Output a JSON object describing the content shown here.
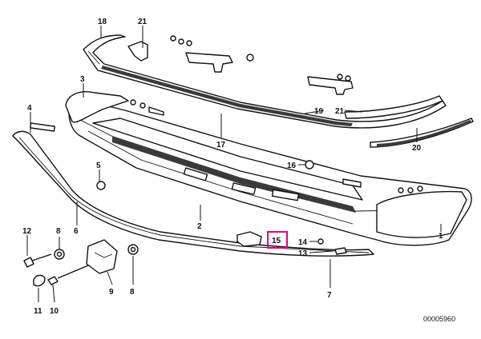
{
  "diagram": {
    "callouts": [
      {
        "id": "18",
        "text": "18"
      },
      {
        "id": "21a",
        "text": "21"
      },
      {
        "id": "3",
        "text": "3"
      },
      {
        "id": "4",
        "text": "4"
      },
      {
        "id": "19",
        "text": "19"
      },
      {
        "id": "21b",
        "text": "21"
      },
      {
        "id": "17",
        "text": "17"
      },
      {
        "id": "20",
        "text": "20"
      },
      {
        "id": "16",
        "text": "16"
      },
      {
        "id": "5",
        "text": "5"
      },
      {
        "id": "2",
        "text": "2"
      },
      {
        "id": "1",
        "text": "1"
      },
      {
        "id": "6",
        "text": "6"
      },
      {
        "id": "12",
        "text": "12"
      },
      {
        "id": "8a",
        "text": "8"
      },
      {
        "id": "15",
        "text": "15"
      },
      {
        "id": "14",
        "text": "14"
      },
      {
        "id": "13",
        "text": "13"
      },
      {
        "id": "9",
        "text": "9"
      },
      {
        "id": "8b",
        "text": "8"
      },
      {
        "id": "7",
        "text": "7"
      },
      {
        "id": "11",
        "text": "11"
      },
      {
        "id": "10",
        "text": "10"
      }
    ],
    "highlighted_part": "15",
    "highlight_color": "#e5007e",
    "drawing_id": "00005960"
  }
}
